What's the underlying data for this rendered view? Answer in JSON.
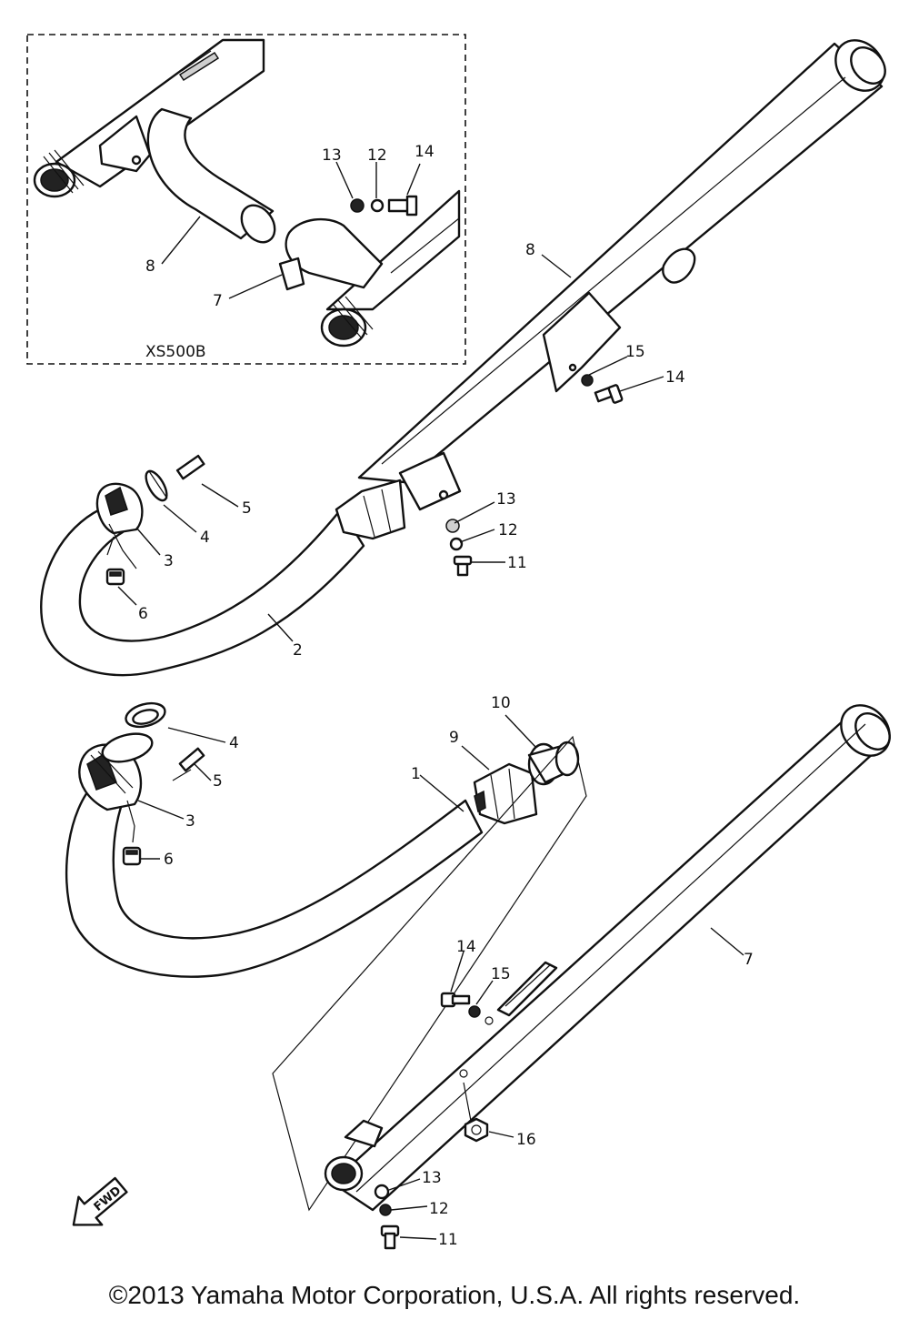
{
  "inset": {
    "model_label": "XS500B"
  },
  "labels": {
    "l1": "1",
    "l2": "2",
    "l3a": "3",
    "l3b": "3",
    "l4a": "4",
    "l4b": "4",
    "l5a": "5",
    "l5b": "5",
    "l6a": "6",
    "l6b": "6",
    "l7_inset": "7",
    "l7": "7",
    "l8_inset": "8",
    "l8": "8",
    "l9": "9",
    "l10": "10",
    "l11a": "11",
    "l11b": "11",
    "l12_inset": "12",
    "l12a": "12",
    "l12b": "12",
    "l13_inset": "13",
    "l13a": "13",
    "l13b": "13",
    "l14_inset": "14",
    "l14a": "14",
    "l14b": "14",
    "l15a": "15",
    "l15b": "15",
    "l16": "16"
  },
  "fwd_label": "FWD",
  "copyright": "©2013 Yamaha Motor Corporation, U.S.A. All rights reserved."
}
